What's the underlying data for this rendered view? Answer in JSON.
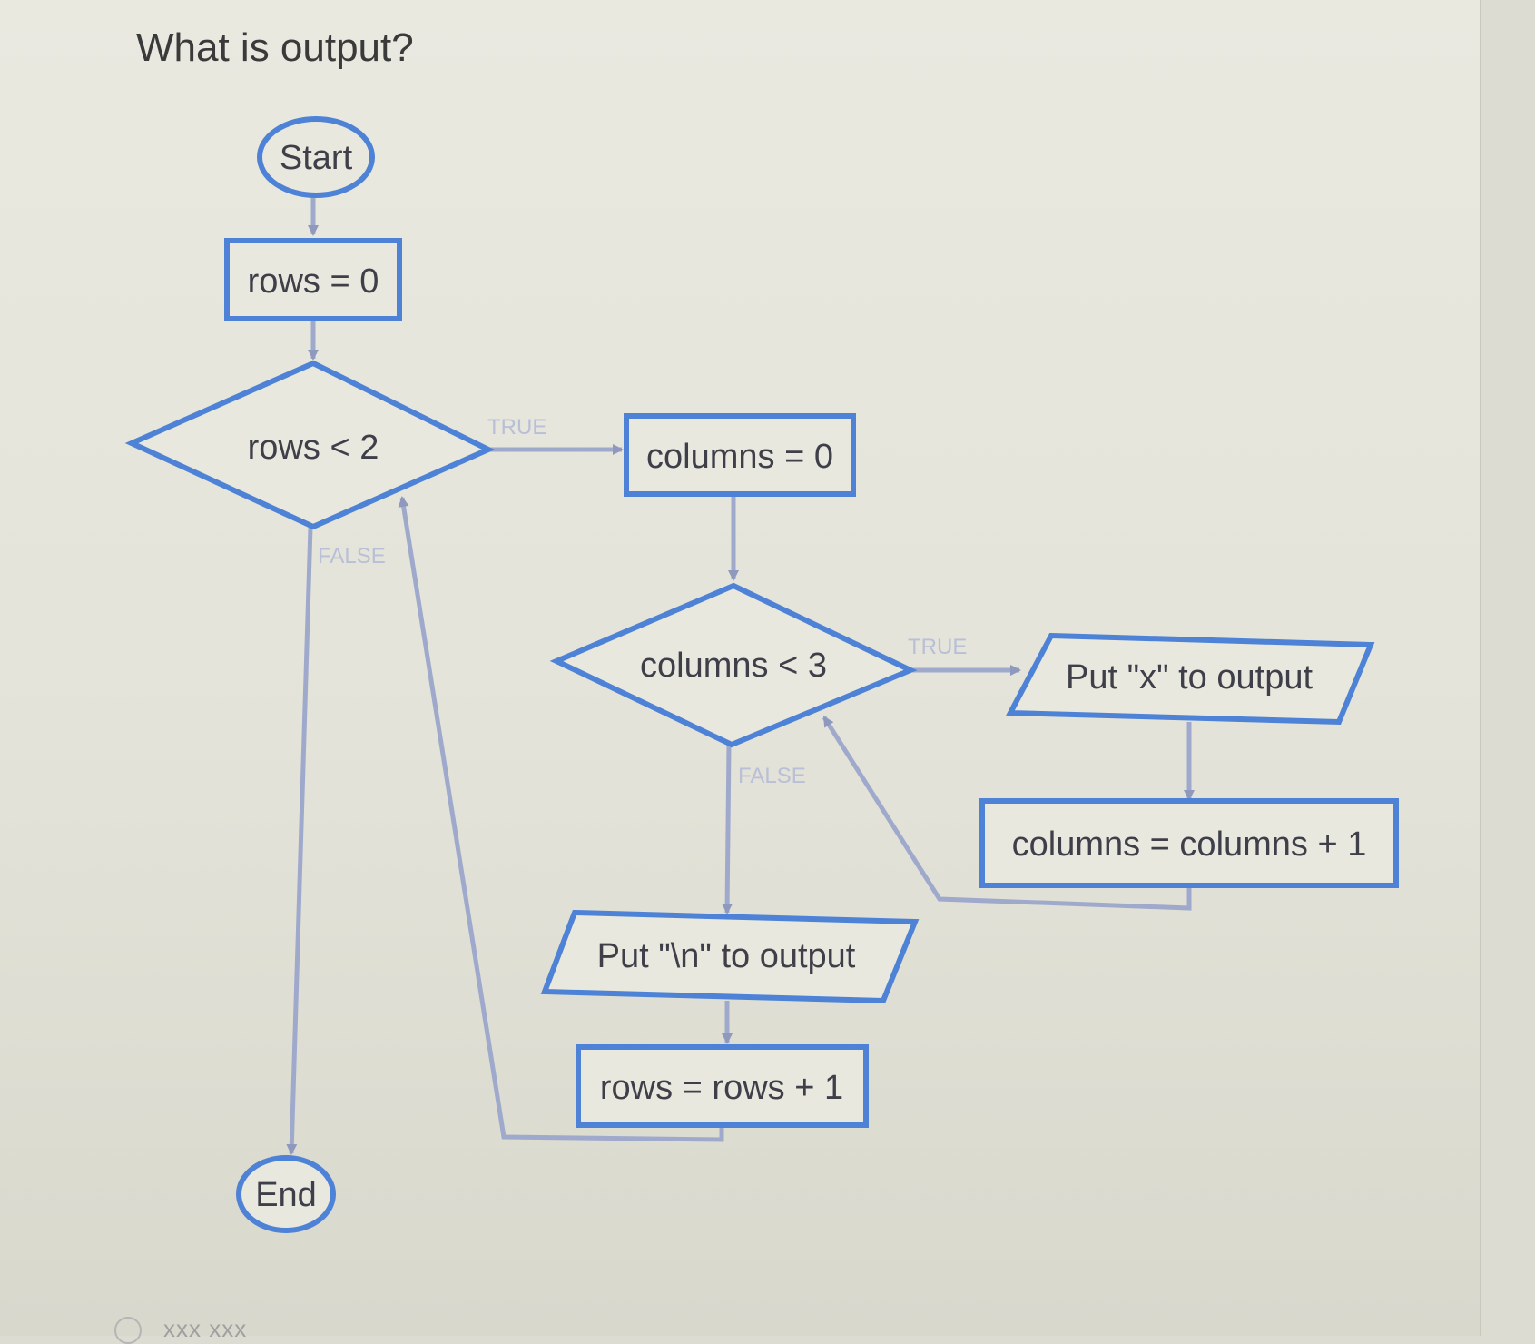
{
  "question": "What is output?",
  "flowchart": {
    "start": "Start",
    "end": "End",
    "init_rows": "rows = 0",
    "cond_rows": "rows < 2",
    "init_columns": "columns = 0",
    "cond_columns": "columns < 3",
    "output_x": "Put \"x\" to output",
    "inc_columns": "columns = columns + 1",
    "output_newline": "Put \"\\n\" to output",
    "inc_rows": "rows = rows + 1",
    "true_label": "TRUE",
    "false_label": "FALSE"
  },
  "colors": {
    "shape_stroke": "#4d82d6",
    "flow_line": "#9fa9cc",
    "branch_label": "#b8bfd6"
  },
  "footer_hint": "xxx xxx"
}
